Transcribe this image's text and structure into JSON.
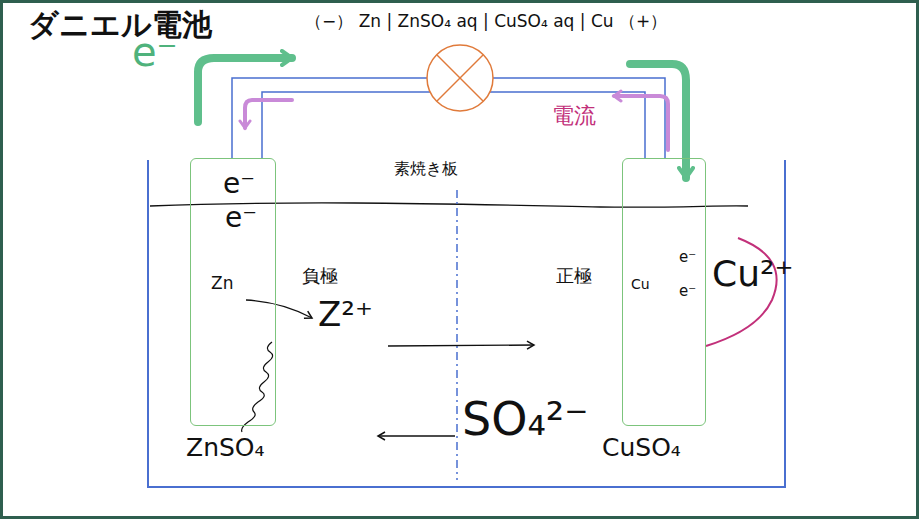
{
  "diagram": {
    "title": "ダニエル電池",
    "nodes": [
      {
        "text": [
          "e⁻",
          "e⁻",
          "Zn"
        ]
      },
      {
        "text": [
          "Cu",
          "e⁻",
          "e⁻"
        ]
      }
    ],
    "labels": [
      "（−） Zn | ZnSO₄ aq | CuSO₄ aq | Cu （+）",
      "e⁻",
      "電流",
      "素焼き板",
      "負極",
      "正極",
      "Z²⁺",
      "SO₄²⁻",
      "ZnSO₄",
      "CuSO₄",
      "Cu²⁺"
    ]
  }
}
